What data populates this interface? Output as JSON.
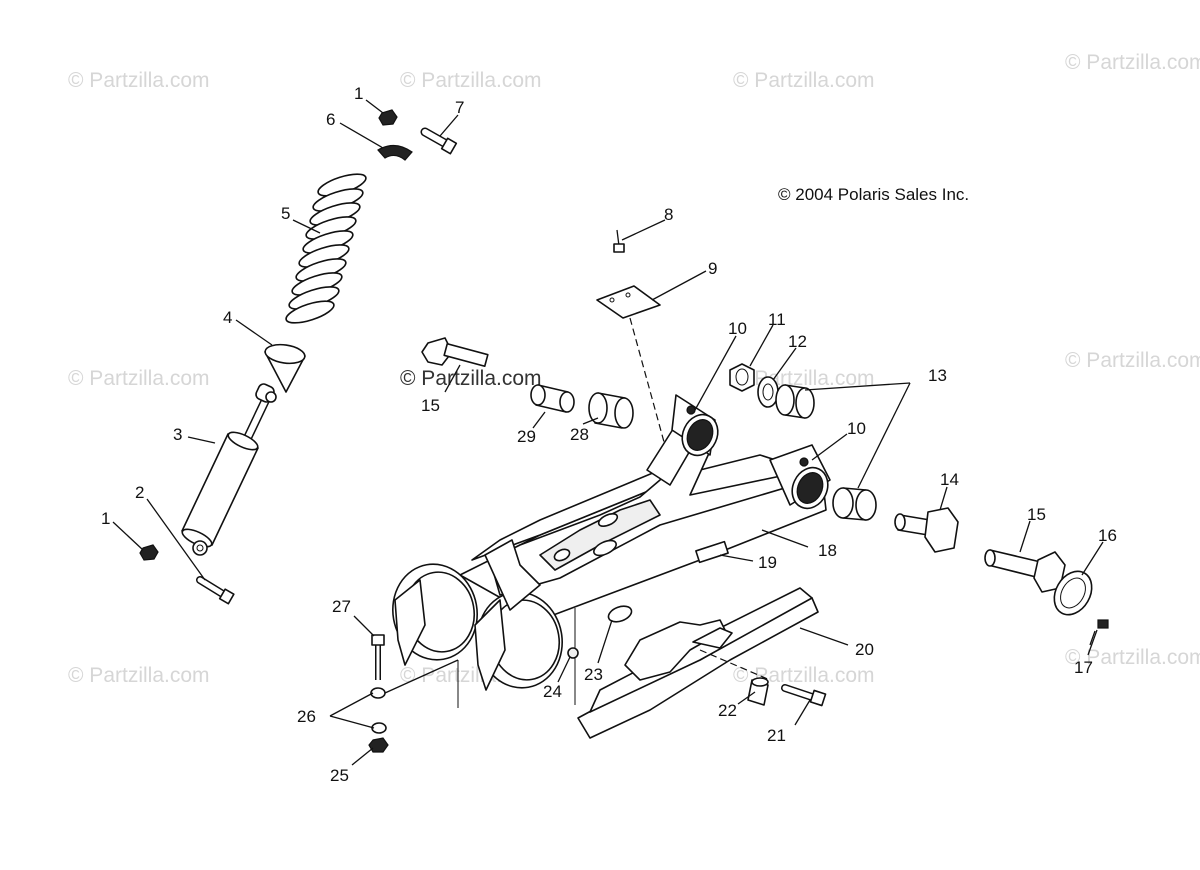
{
  "copyright": "© 2004 Polaris Sales Inc.",
  "watermark": "© Partzilla.com",
  "callouts": [
    "1",
    "2",
    "3",
    "4",
    "5",
    "6",
    "7",
    "8",
    "9",
    "10",
    "11",
    "12",
    "13",
    "14",
    "15",
    "16",
    "17",
    "18",
    "19",
    "20",
    "21",
    "22",
    "23",
    "24",
    "25",
    "26",
    "27",
    "28",
    "29"
  ],
  "callout_10_second": "10",
  "callout_1_second": "1",
  "callout_15_second": "15"
}
